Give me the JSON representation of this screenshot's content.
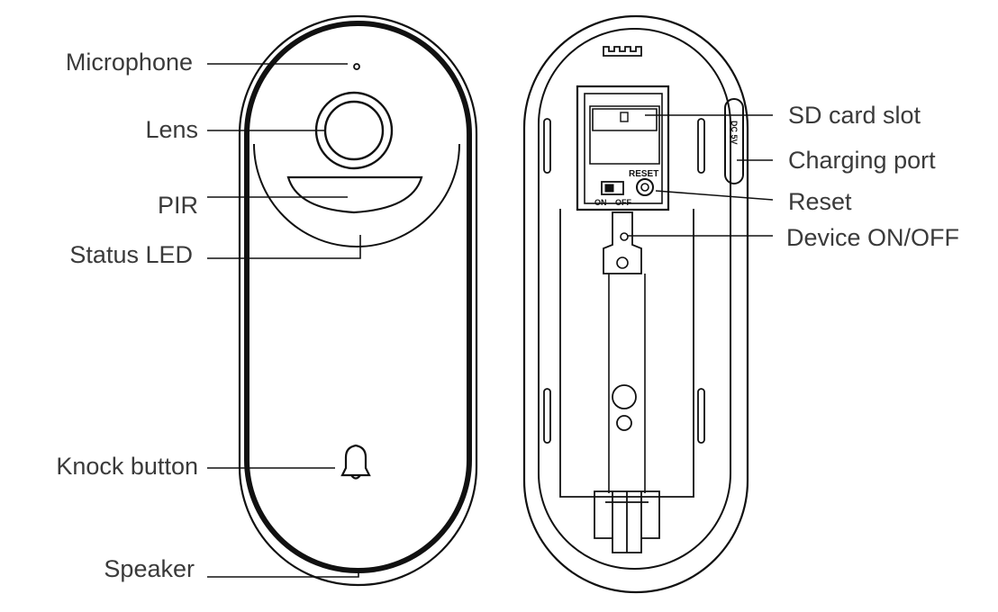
{
  "labels_left": {
    "microphone": "Microphone",
    "lens": "Lens",
    "pir": "PIR",
    "status_led": "Status LED",
    "knock_button": "Knock button",
    "speaker": "Speaker"
  },
  "labels_right": {
    "sd_card_slot": "SD card slot",
    "charging_port": "Charging port",
    "reset": "Reset",
    "device_on_off": "Device ON/OFF"
  },
  "device_markings": {
    "reset": "RESET",
    "on": "ON",
    "off": "OFF",
    "dc": "DC 5V"
  },
  "colors": {
    "line": "#111111",
    "label_text": "#3a3a3a",
    "background": "#ffffff"
  }
}
